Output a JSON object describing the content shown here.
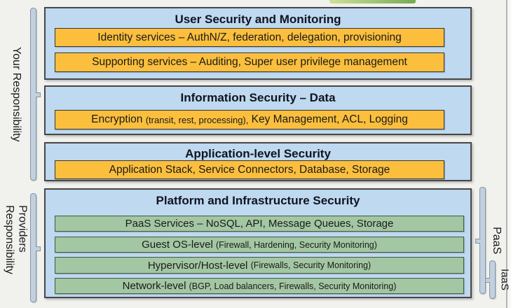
{
  "labels": {
    "your_responsibility": "Your Responsibility",
    "providers_responsibility": "Providers\nResponsibility",
    "paas": "PaaS",
    "iaas": "IaaS"
  },
  "boxes": [
    {
      "title": "User Security and Monitoring",
      "bars": [
        {
          "color": "orange",
          "segments": [
            {
              "text": "Identity services – AuthN/Z, federation, delegation, provisioning",
              "small": false
            }
          ]
        },
        {
          "color": "orange",
          "segments": [
            {
              "text": "Supporting services – Auditing, Super user privilege management",
              "small": false
            }
          ]
        }
      ]
    },
    {
      "title": "Information Security – Data",
      "bars": [
        {
          "color": "orange",
          "segments": [
            {
              "text": "Encryption ",
              "small": false
            },
            {
              "text": "(transit, rest, processing),",
              "small": true
            },
            {
              "text": " Key Management, ACL, Logging",
              "small": false
            }
          ]
        }
      ]
    },
    {
      "title": "Application-level Security",
      "bars": [
        {
          "color": "orange",
          "segments": [
            {
              "text": "Application Stack, Service Connectors, Database, Storage",
              "small": false
            }
          ]
        }
      ]
    },
    {
      "title": "Platform and Infrastructure Security",
      "bars": [
        {
          "color": "green",
          "segments": [
            {
              "text": "PaaS Services – NoSQL, API, Message Queues, Storage",
              "small": false
            }
          ]
        },
        {
          "color": "green",
          "segments": [
            {
              "text": "Guest OS-level ",
              "small": false
            },
            {
              "text": "(Firewall, Hardening, Security Monitoring)",
              "small": true
            }
          ]
        },
        {
          "color": "green",
          "segments": [
            {
              "text": "Hypervisor/Host-level ",
              "small": false
            },
            {
              "text": "(Firewalls, Security Monitoring)",
              "small": true
            }
          ]
        },
        {
          "color": "green",
          "segments": [
            {
              "text": "Network-level ",
              "small": false
            },
            {
              "text": "(BGP, Load balancers, Firewalls, Security Monitoring)",
              "small": true
            }
          ]
        }
      ]
    }
  ],
  "colors": {
    "background": "#f1f1ee",
    "box_fill": "#bed9f0",
    "box_border": "#474747",
    "orange_fill": "#fbbf3d",
    "orange_border": "#363636",
    "green_fill": "#a3c6a3",
    "green_border": "#44583f",
    "bracket_fill": "#c2d1df",
    "bracket_border": "#8795a2",
    "text": "#1a1a1a",
    "title_text": "#10141f",
    "ribbon_a": "#cfe199",
    "ribbon_b": "#76aa55",
    "edge_line": "#b5b5b0"
  }
}
